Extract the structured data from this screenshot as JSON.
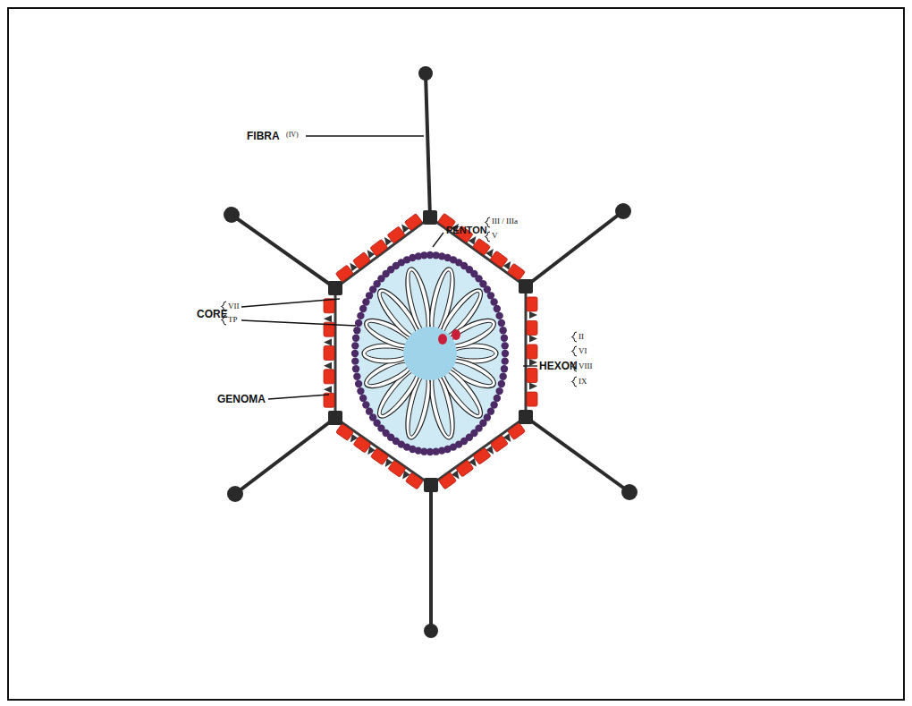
{
  "diagram": {
    "labels": [
      "FIBRA",
      "(IV)",
      "PENTON",
      "III / IIIa",
      "V",
      "CORE",
      "VII",
      "TP",
      "GENOMA",
      "HEXON",
      "II",
      "VI",
      "VIII",
      "IX"
    ]
  }
}
